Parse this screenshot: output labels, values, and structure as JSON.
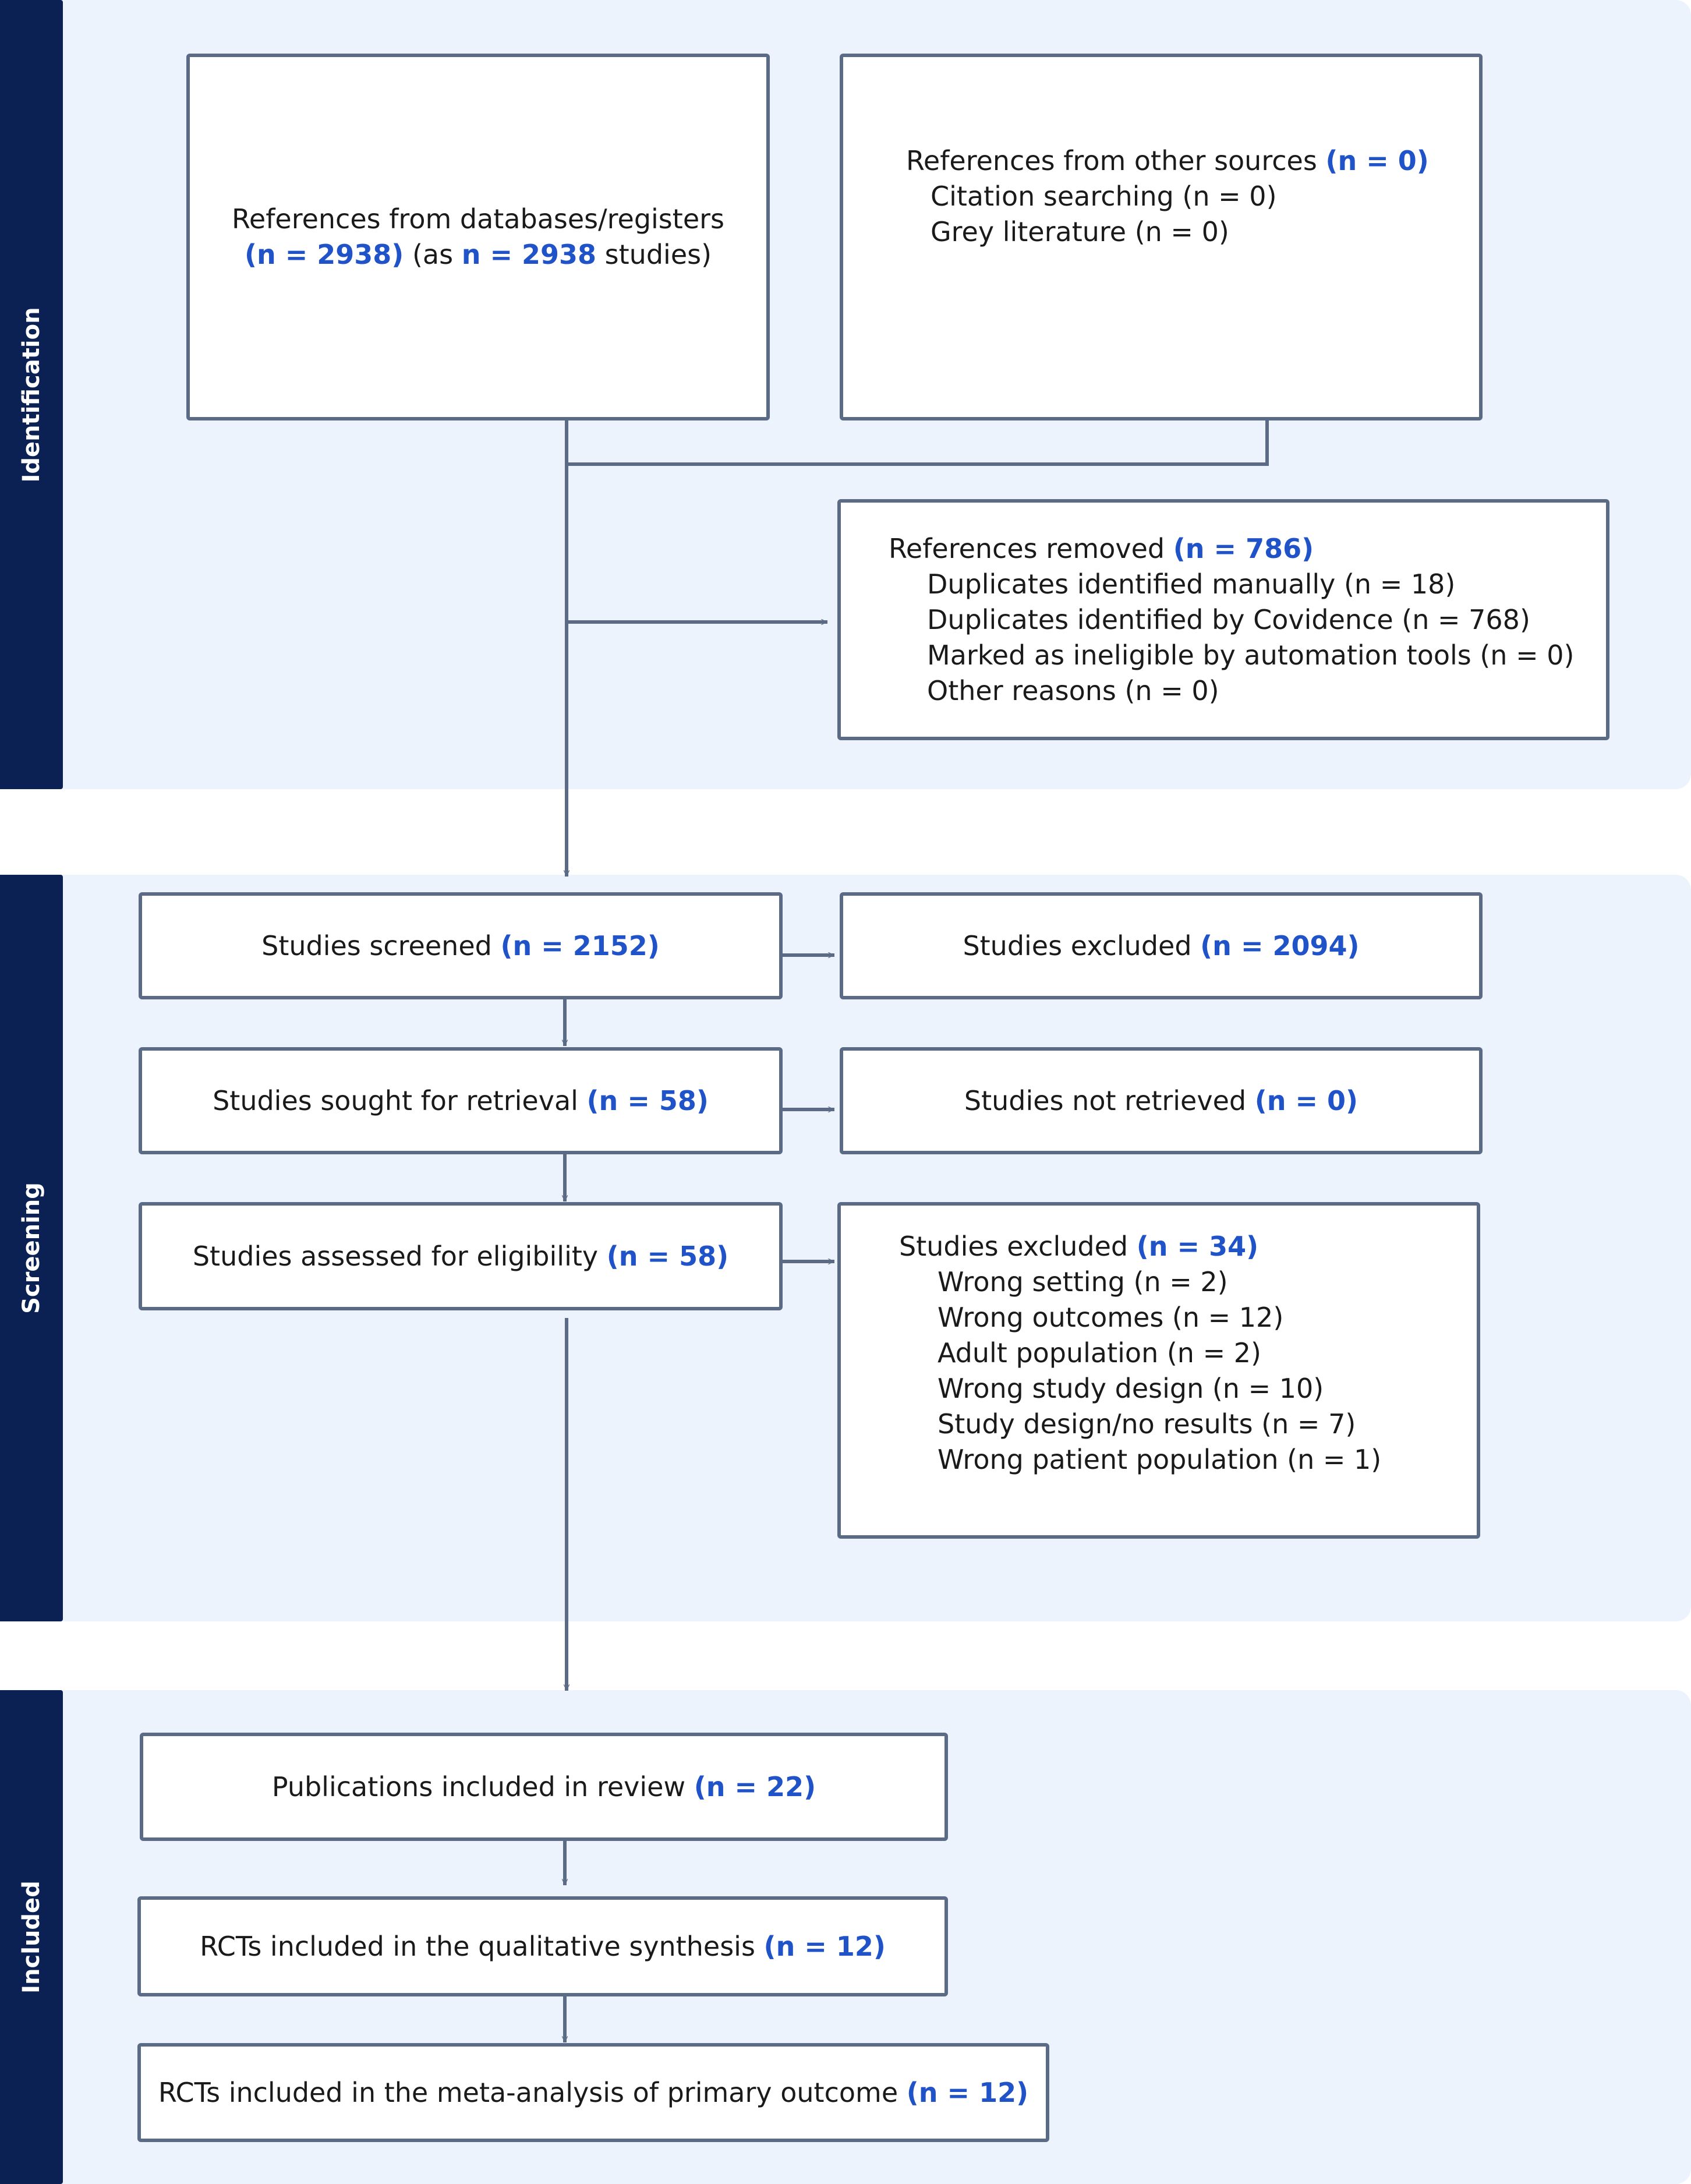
{
  "phases": {
    "identification": "Identification",
    "screening": "Screening",
    "included": "Included"
  },
  "boxes": {
    "databases": {
      "line1": "References from databases/registers",
      "count_a": "(n = 2938)",
      "mid": " (as ",
      "count_b": "n = 2938",
      "end": " studies)"
    },
    "other_sources": {
      "title": "References from other sources ",
      "count": "(n = 0)",
      "items": [
        "Citation searching (n = 0)",
        "Grey literature (n = 0)"
      ]
    },
    "removed": {
      "title": "References removed ",
      "count": "(n = 786)",
      "items": [
        "Duplicates identified manually (n = 18)",
        "Duplicates identified by Covidence (n = 768)",
        "Marked as ineligible by automation tools (n = 0)",
        "Other reasons (n = 0)"
      ]
    },
    "screened": {
      "label": "Studies screened ",
      "count": "(n = 2152)"
    },
    "excluded_screen": {
      "label": "Studies excluded ",
      "count": "(n = 2094)"
    },
    "sought": {
      "label": "Studies sought for retrieval ",
      "count": "(n = 58)"
    },
    "not_retrieved": {
      "label": "Studies not retrieved ",
      "count": "(n = 0)"
    },
    "assessed": {
      "label": "Studies assessed for eligibility ",
      "count": "(n = 58)"
    },
    "excluded_full": {
      "title": "Studies excluded ",
      "count": "(n = 34)",
      "items": [
        "Wrong setting (n = 2)",
        "Wrong outcomes (n = 12)",
        "Adult population (n = 2)",
        "Wrong study design (n = 10)",
        "Study design/no results (n = 7)",
        "Wrong patient population (n = 1)"
      ]
    },
    "publications": {
      "label": "Publications included in review ",
      "count": "(n = 22)"
    },
    "qualitative": {
      "label": "RCTs included in the qualitative synthesis ",
      "count": "(n = 12)"
    },
    "meta": {
      "label": "RCTs included in the meta-analysis of primary outcome ",
      "count": "(n = 12)"
    }
  },
  "colors": {
    "panel_bg": "#edf3fc",
    "phase_bar": "#0b2154",
    "box_border": "#5b6b86",
    "highlight": "#2153c8"
  }
}
